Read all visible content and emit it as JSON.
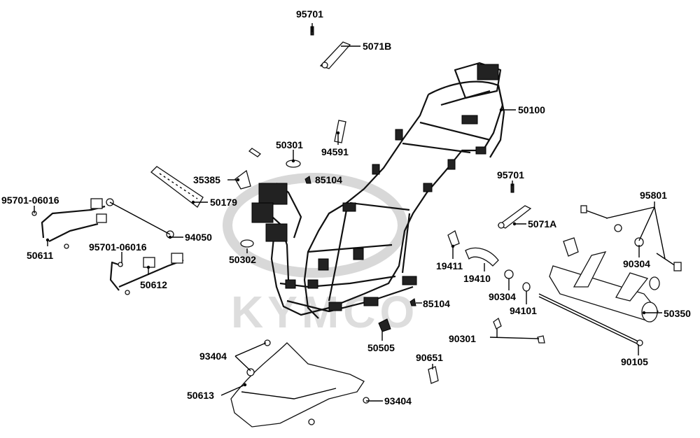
{
  "diagram": {
    "watermark": "KYMCO",
    "callouts": [
      {
        "id": "95701-top",
        "text": "95701"
      },
      {
        "id": "5071B",
        "text": "5071B"
      },
      {
        "id": "50100",
        "text": "50100"
      },
      {
        "id": "50301",
        "text": "50301"
      },
      {
        "id": "94591",
        "text": "94591"
      },
      {
        "id": "35385",
        "text": "35385"
      },
      {
        "id": "85104-top",
        "text": "85104"
      },
      {
        "id": "50179",
        "text": "50179"
      },
      {
        "id": "95701-06016-left",
        "text": "95701-06016"
      },
      {
        "id": "94050",
        "text": "94050"
      },
      {
        "id": "50611",
        "text": "50611"
      },
      {
        "id": "95701-06016-mid",
        "text": "95701-06016"
      },
      {
        "id": "50612",
        "text": "50612"
      },
      {
        "id": "50302",
        "text": "50302"
      },
      {
        "id": "95701-right",
        "text": "95701"
      },
      {
        "id": "5071A",
        "text": "5071A"
      },
      {
        "id": "95801",
        "text": "95801"
      },
      {
        "id": "19411",
        "text": "19411"
      },
      {
        "id": "19410",
        "text": "19410"
      },
      {
        "id": "90304-a",
        "text": "90304"
      },
      {
        "id": "90304-b",
        "text": "90304"
      },
      {
        "id": "94101",
        "text": "94101"
      },
      {
        "id": "50350",
        "text": "50350"
      },
      {
        "id": "85104-bottom",
        "text": "85104"
      },
      {
        "id": "50505",
        "text": "50505"
      },
      {
        "id": "90301",
        "text": "90301"
      },
      {
        "id": "90651",
        "text": "90651"
      },
      {
        "id": "90105",
        "text": "90105"
      },
      {
        "id": "93404-top",
        "text": "93404"
      },
      {
        "id": "50613",
        "text": "50613"
      },
      {
        "id": "93404-bottom",
        "text": "93404"
      }
    ]
  }
}
